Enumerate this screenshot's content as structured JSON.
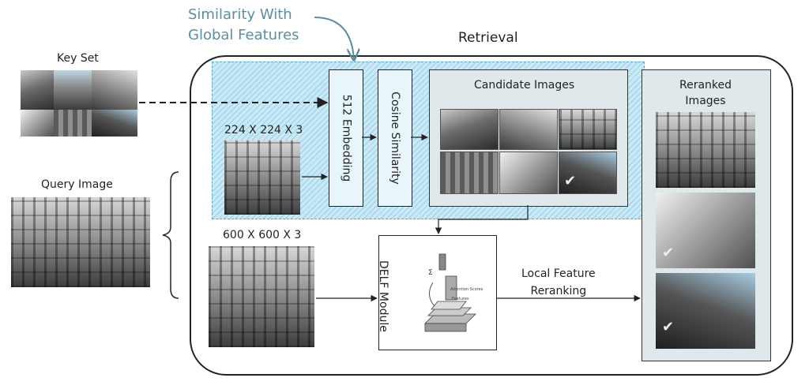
{
  "annotation": {
    "line1": "Similarity With",
    "line2": "Global Features"
  },
  "retrieval_title": "Retrieval",
  "key_set_label": "Key Set",
  "query_label": "Query Image",
  "size_small": "224 X 224 X 3",
  "size_large": "600 X 600 X 3",
  "embedding_label": "512 Embedding",
  "cosine_label": "Cosine Similarity",
  "candidates_title": "Candidate Images",
  "reranked_title_line1": "Reranked",
  "reranked_title_line2": "Images",
  "delf_label": "DELF Module",
  "delf_diagram": {
    "attention": "Attention Scores",
    "features": "Features",
    "sigma": "Σ"
  },
  "reranking": {
    "line1": "Local Feature",
    "line2": "Reranking"
  },
  "check_glyph": "✔",
  "colors": {
    "hatch": "#c9e9f6",
    "annotation": "#5a8f9f",
    "panel": "#dfe9ec"
  }
}
